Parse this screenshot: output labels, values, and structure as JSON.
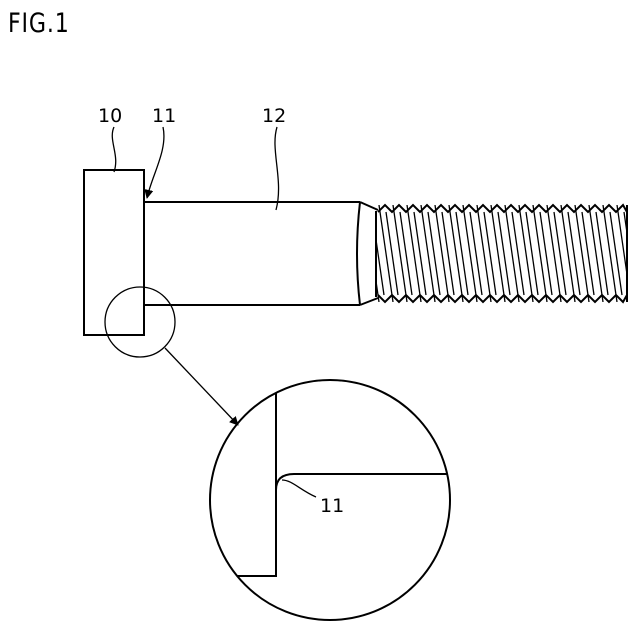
{
  "figure": {
    "title": "FIG.1",
    "labels": {
      "head": "10",
      "fillet": "11",
      "shank": "12",
      "fillet_detail": "11"
    }
  }
}
